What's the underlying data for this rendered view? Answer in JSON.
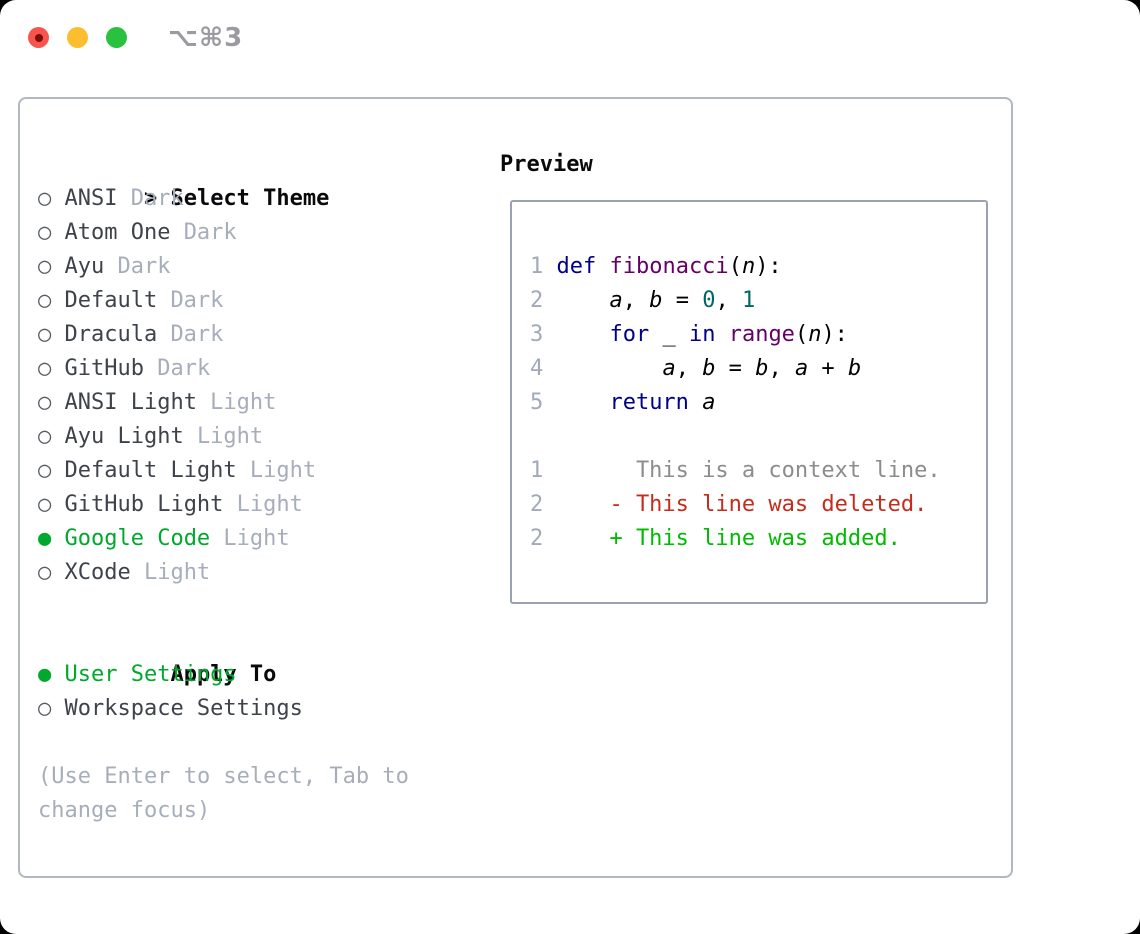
{
  "window": {
    "title": "⌥⌘3"
  },
  "traffic_lights": {
    "close_color": "#f8544e",
    "close_dot_color": "#7c0e07",
    "minimize_color": "#fcbd2f",
    "zoom_color": "#2ac140"
  },
  "theme_panel": {
    "header": {
      "prompt": ">",
      "label": "Select Theme"
    },
    "bullets": {
      "selected": "●",
      "unselected": "○"
    },
    "themes": [
      {
        "name": "ANSI",
        "tag": "Dark",
        "selected": false
      },
      {
        "name": "Atom One",
        "tag": "Dark",
        "selected": false
      },
      {
        "name": "Ayu",
        "tag": "Dark",
        "selected": false
      },
      {
        "name": "Default",
        "tag": "Dark",
        "selected": false
      },
      {
        "name": "Dracula",
        "tag": "Dark",
        "selected": false
      },
      {
        "name": "GitHub",
        "tag": "Dark",
        "selected": false
      },
      {
        "name": "ANSI Light",
        "tag": "Light",
        "selected": false
      },
      {
        "name": "Ayu Light",
        "tag": "Light",
        "selected": false
      },
      {
        "name": "Default Light",
        "tag": "Light",
        "selected": false
      },
      {
        "name": "GitHub Light",
        "tag": "Light",
        "selected": false
      },
      {
        "name": "Google Code",
        "tag": "Light",
        "selected": true
      },
      {
        "name": "XCode",
        "tag": "Light",
        "selected": false
      }
    ],
    "apply_to": {
      "label": "Apply To",
      "options": [
        {
          "name": "User Settings",
          "selected": true
        },
        {
          "name": "Workspace Settings",
          "selected": false
        }
      ]
    },
    "help": "(Use Enter to select, Tab to change focus)"
  },
  "preview": {
    "label": "Preview",
    "code_lines": [
      {
        "num": "1",
        "tokens": [
          {
            "text": "def",
            "type": "kwd"
          },
          {
            "text": " ",
            "type": "pln"
          },
          {
            "text": "fibonacci",
            "type": "typ"
          },
          {
            "text": "(",
            "type": "pln"
          },
          {
            "text": "n",
            "type": "var"
          },
          {
            "text": "):",
            "type": "pln"
          }
        ]
      },
      {
        "num": "2",
        "tokens": [
          {
            "text": "    ",
            "type": "pln"
          },
          {
            "text": "a",
            "type": "var"
          },
          {
            "text": ", ",
            "type": "pln"
          },
          {
            "text": "b",
            "type": "var"
          },
          {
            "text": " = ",
            "type": "pln"
          },
          {
            "text": "0",
            "type": "lit"
          },
          {
            "text": ", ",
            "type": "pln"
          },
          {
            "text": "1",
            "type": "lit"
          }
        ]
      },
      {
        "num": "3",
        "tokens": [
          {
            "text": "    ",
            "type": "pln"
          },
          {
            "text": "for",
            "type": "kwd"
          },
          {
            "text": " _ ",
            "type": "pln"
          },
          {
            "text": "in",
            "type": "kwd"
          },
          {
            "text": " ",
            "type": "pln"
          },
          {
            "text": "range",
            "type": "typ"
          },
          {
            "text": "(",
            "type": "pln"
          },
          {
            "text": "n",
            "type": "var"
          },
          {
            "text": "):",
            "type": "pln"
          }
        ]
      },
      {
        "num": "4",
        "tokens": [
          {
            "text": "        ",
            "type": "pln"
          },
          {
            "text": "a",
            "type": "var"
          },
          {
            "text": ", ",
            "type": "pln"
          },
          {
            "text": "b",
            "type": "var"
          },
          {
            "text": " = ",
            "type": "pln"
          },
          {
            "text": "b",
            "type": "var"
          },
          {
            "text": ", ",
            "type": "pln"
          },
          {
            "text": "a",
            "type": "var"
          },
          {
            "text": " + ",
            "type": "pln"
          },
          {
            "text": "b",
            "type": "var"
          }
        ]
      },
      {
        "num": "5",
        "tokens": [
          {
            "text": "    ",
            "type": "pln"
          },
          {
            "text": "return",
            "type": "kwd"
          },
          {
            "text": " ",
            "type": "pln"
          },
          {
            "text": "a",
            "type": "var"
          }
        ]
      },
      {
        "num": "",
        "tokens": []
      },
      {
        "num": "1",
        "tokens": [
          {
            "text": "      This is a context line.",
            "type": "ctx"
          }
        ]
      },
      {
        "num": "2",
        "tokens": [
          {
            "text": "    - This line was deleted.",
            "type": "del"
          }
        ]
      },
      {
        "num": "2",
        "tokens": [
          {
            "text": "    + This line was added.",
            "type": "add"
          }
        ]
      }
    ]
  },
  "colors": {
    "selection_green": "#00a82d",
    "added_green": "#00bb00",
    "deleted_red": "#c62c1c",
    "context_gray": "#8c8c8c",
    "keyword_blue": "#000088",
    "function_purple": "#660066",
    "literal_teal": "#006666",
    "muted_tag_gray": "#a6aebb",
    "panel_border": "#b2b8c2",
    "preview_border": "#99a2ae"
  }
}
